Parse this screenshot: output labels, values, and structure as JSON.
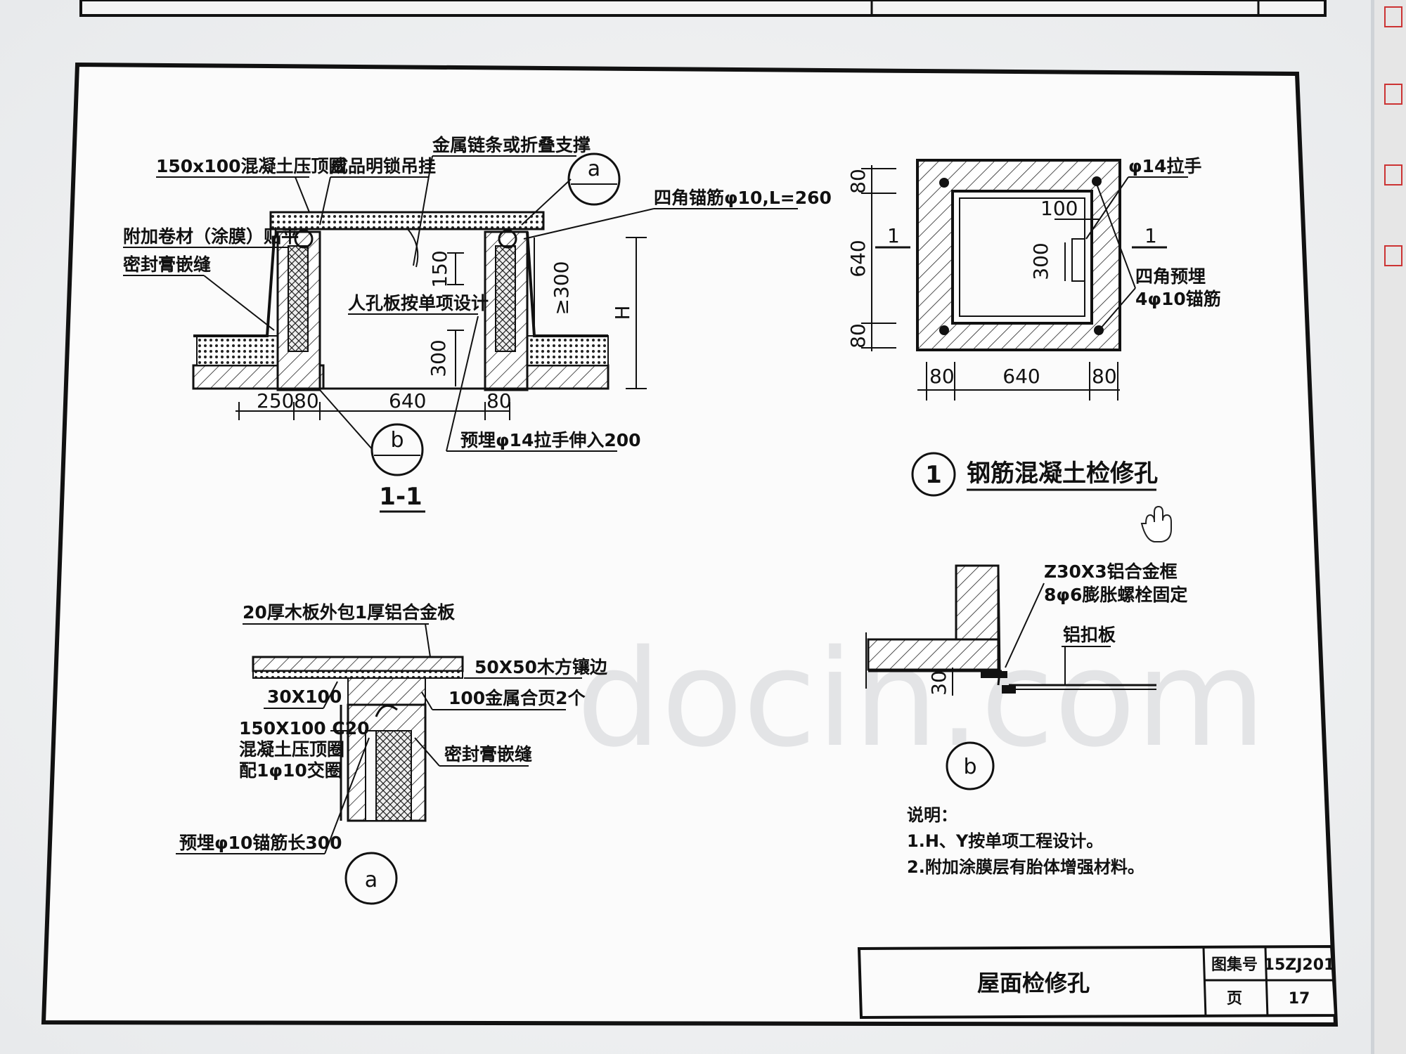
{
  "section_1_1": {
    "labels": {
      "coping": "150x100混凝土压顶圈",
      "lock": "成品明锁吊挂",
      "chain": "金属链条或折叠支撑",
      "anchor": "四角锚筋φ10,L=260",
      "membrane": "附加卷材（涂膜）贴平",
      "sealant": "密封膏嵌缝",
      "manhole": "人孔板按单项设计",
      "handle": "预埋φ14拉手伸入200"
    },
    "dims": {
      "d150": "150",
      "d300_up": "≥300",
      "d300": "300",
      "dH": "H",
      "d250": "250",
      "d80_left": "80",
      "d640": "640",
      "d80_right": "80"
    },
    "callout_a": "a",
    "callout_b": "b",
    "title": "1-1"
  },
  "plan_1": {
    "labels": {
      "handle": "φ14拉手",
      "anchor_title": "四角预埋",
      "anchor_rebar": "4φ10锚筋"
    },
    "dims": {
      "v80_top": "80",
      "v640": "640",
      "v80_bot": "80",
      "h80_left": "80",
      "h640": "640",
      "h80_right": "80",
      "d100": "100",
      "d300": "300"
    },
    "cut_left": "1",
    "cut_right": "1",
    "number": "1",
    "title": "钢筋混凝土检修孔"
  },
  "detail_a": {
    "labels": {
      "board": "20厚木板外包1厚铝合金板",
      "timber": "50X50木方镶边",
      "size": "30X100",
      "hinge": "100金属合页2个",
      "coping_1": "150X100 C20",
      "coping_2": "混凝土压顶圈",
      "coping_3": "配1φ10交圈",
      "sealant": "密封膏嵌缝",
      "anchor": "预埋φ10锚筋长300"
    },
    "symbol": "a"
  },
  "detail_b": {
    "labels": {
      "frame": "Z30X3铝合金框",
      "bolt": "8φ6膨胀螺栓固定",
      "plate": "铝扣板",
      "dim30": "30"
    },
    "symbol": "b"
  },
  "notes": {
    "heading": "说明：",
    "items": [
      "1.H、Y按单项工程设计。",
      "2.附加涂膜层有胎体增强材料。"
    ]
  },
  "title_block": {
    "title": "屋面检修孔",
    "atlas_label": "图集号",
    "atlas_value": "15ZJ201",
    "page_label": "页",
    "page_value": "17"
  },
  "watermark": "docin.com"
}
